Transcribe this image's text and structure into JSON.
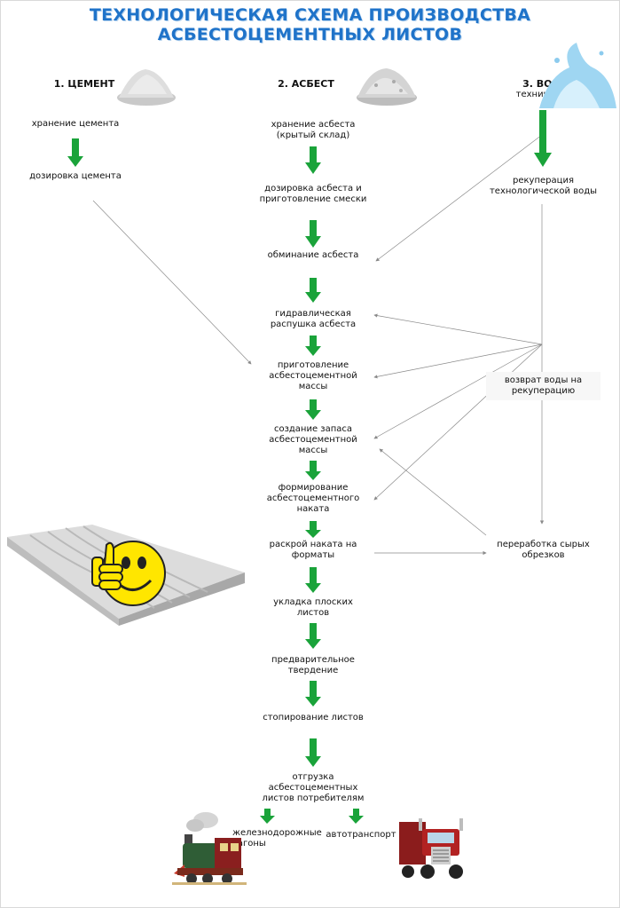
{
  "title": "ТЕХНОЛОГИЧЕСКАЯ СХЕМА ПРОИЗВОДСТВА АСБЕСТОЦЕМЕНТНЫХ ЛИСТОВ",
  "columns": {
    "cement": {
      "header": "1. ЦЕМЕНТ"
    },
    "asbestos": {
      "header": "2. АСБЕСТ"
    },
    "water": {
      "header": "3. ВОДА",
      "subheader": "техническая"
    }
  },
  "nodes": {
    "cement_storage": "хранение цемента",
    "cement_dosing": "дозировка цемента",
    "asbestos_storage": "хранение асбеста (крытый склад)",
    "asbestos_dosing": "дозировка асбеста и приготовление смески",
    "asbestos_crumpling": "обминание асбеста",
    "hydraulic_fluffing": "гидравлическая распушка асбеста",
    "mass_preparation": "приготовление асбестоцементной массы",
    "mass_reserve": "создание запаса асбестоцементной массы",
    "sheet_forming": "формирование асбестоцементного наката",
    "cutting": "раскрой наката на форматы",
    "flat_stacking": "укладка плоских листов",
    "pre_hardening": "предварительное твердение",
    "stacking": "стопирование листов",
    "shipping": "отгрузка асбестоцементных листов потребителям",
    "railway": "железнодорожные вагоны",
    "truck": "автотранспорт",
    "water_recuperation": "рекуперация технологической воды",
    "water_return": "возврат воды на рекуперацию",
    "scrap_processing": "переработка сырых обрезков"
  },
  "colors": {
    "title": "#1f73c9",
    "arrow": "#1aa33a",
    "line": "#8a8a8a",
    "smiley": "#ffe600"
  },
  "icons": [
    "cement-powder",
    "asbestos-powder",
    "water-splash",
    "asbestos-sheets",
    "thumbs-up-smiley",
    "locomotive",
    "truck"
  ]
}
